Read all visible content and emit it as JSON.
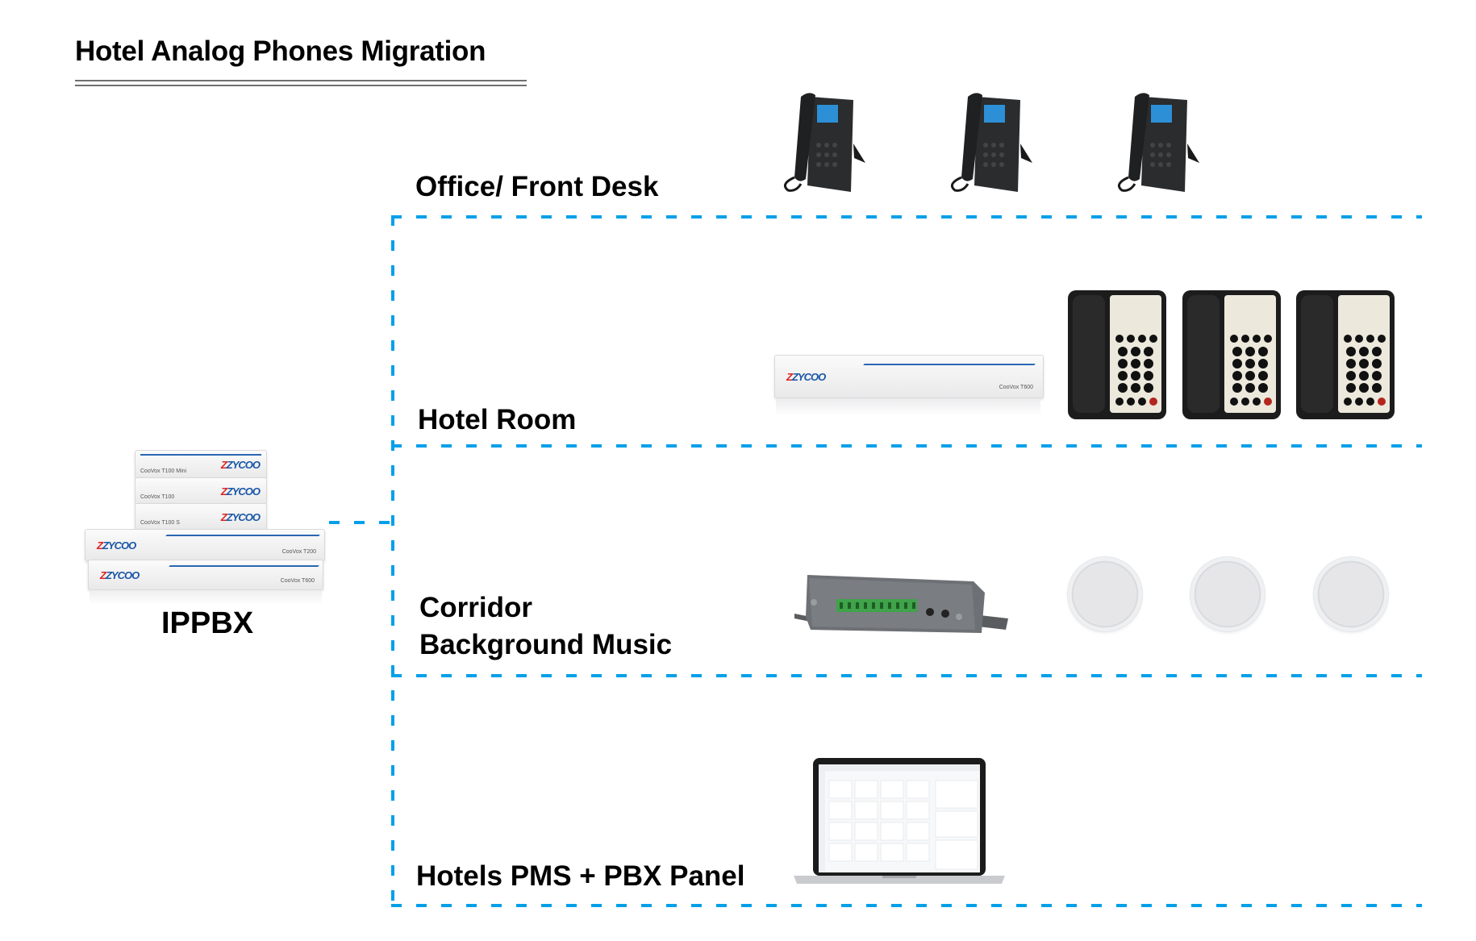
{
  "title": "Hotel Analog Phones Migration",
  "center_node": {
    "label": "IPPBX",
    "devices": [
      {
        "brand": "ZYCOO",
        "model": "CooVox T100 Mini"
      },
      {
        "brand": "ZYCOO",
        "model": "CooVox T100"
      },
      {
        "brand": "ZYCOO",
        "model": "CooVox T100 S"
      },
      {
        "brand": "ZYCOO",
        "model": "CooVox T200"
      },
      {
        "brand": "ZYCOO",
        "model": "CooVox T600"
      }
    ]
  },
  "sections": [
    {
      "label": "Office/ Front Desk",
      "devices": [
        "ip-desk-phone",
        "ip-desk-phone",
        "ip-desk-phone"
      ]
    },
    {
      "label": "Hotel Room",
      "gateway": {
        "brand": "ZYCOO",
        "model": "CooVox T600"
      },
      "devices": [
        "hotel-analog-phone",
        "hotel-analog-phone",
        "hotel-analog-phone"
      ]
    },
    {
      "label_line1": "Corridor",
      "label_line2": "Background Music",
      "devices": [
        "sip-audio-module",
        "ceiling-speaker",
        "ceiling-speaker",
        "ceiling-speaker"
      ]
    },
    {
      "label": "Hotels PMS + PBX Panel",
      "devices": [
        "laptop-pms-panel"
      ]
    }
  ],
  "colors": {
    "connector": "#00a0e9",
    "text": "#000000",
    "rule": "#6f6f6f"
  }
}
